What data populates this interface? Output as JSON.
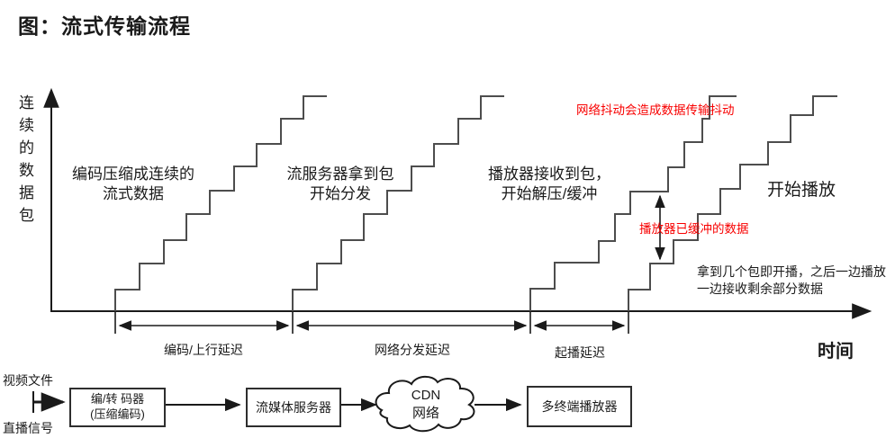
{
  "title": "图：流式传输流程",
  "colors": {
    "red_note": "#f80000",
    "curve_line": "#4d4d4d",
    "axis": "#1a1a1a"
  },
  "chart": {
    "y_axis_label": "连续的数据包",
    "x_axis_label": "时间",
    "curves": [
      {
        "name": "encoded-stream",
        "label_line1": "编码压缩成连续的",
        "label_line2": "流式数据"
      },
      {
        "name": "server-distribute",
        "label_line1": "流服务器拿到包",
        "label_line2": "开始分发"
      },
      {
        "name": "player-receive",
        "label_line1": "播放器接收到包，",
        "label_line2": "开始解压/缓冲"
      },
      {
        "name": "playback",
        "label_line1": "开始播放",
        "label_line2": ""
      }
    ],
    "notes": {
      "jitter": "网络抖动会造成数据传输抖动",
      "buffered": "播放器已缓冲的数据",
      "startup_line1": "拿到几个包即开播，之后一边播放",
      "startup_line2": "一边接收剩余部分数据"
    },
    "delays": [
      "编码/上行延迟",
      "网络分发延迟",
      "起播延迟"
    ]
  },
  "flow": {
    "input_top": "视频文件",
    "input_bottom": "直播信号",
    "encoder_line1": "编/转 码器",
    "encoder_line2": "(压缩编码)",
    "media_server": "流媒体服务器",
    "cdn_line1": "CDN",
    "cdn_line2": "网络",
    "player": "多终端播放器"
  }
}
